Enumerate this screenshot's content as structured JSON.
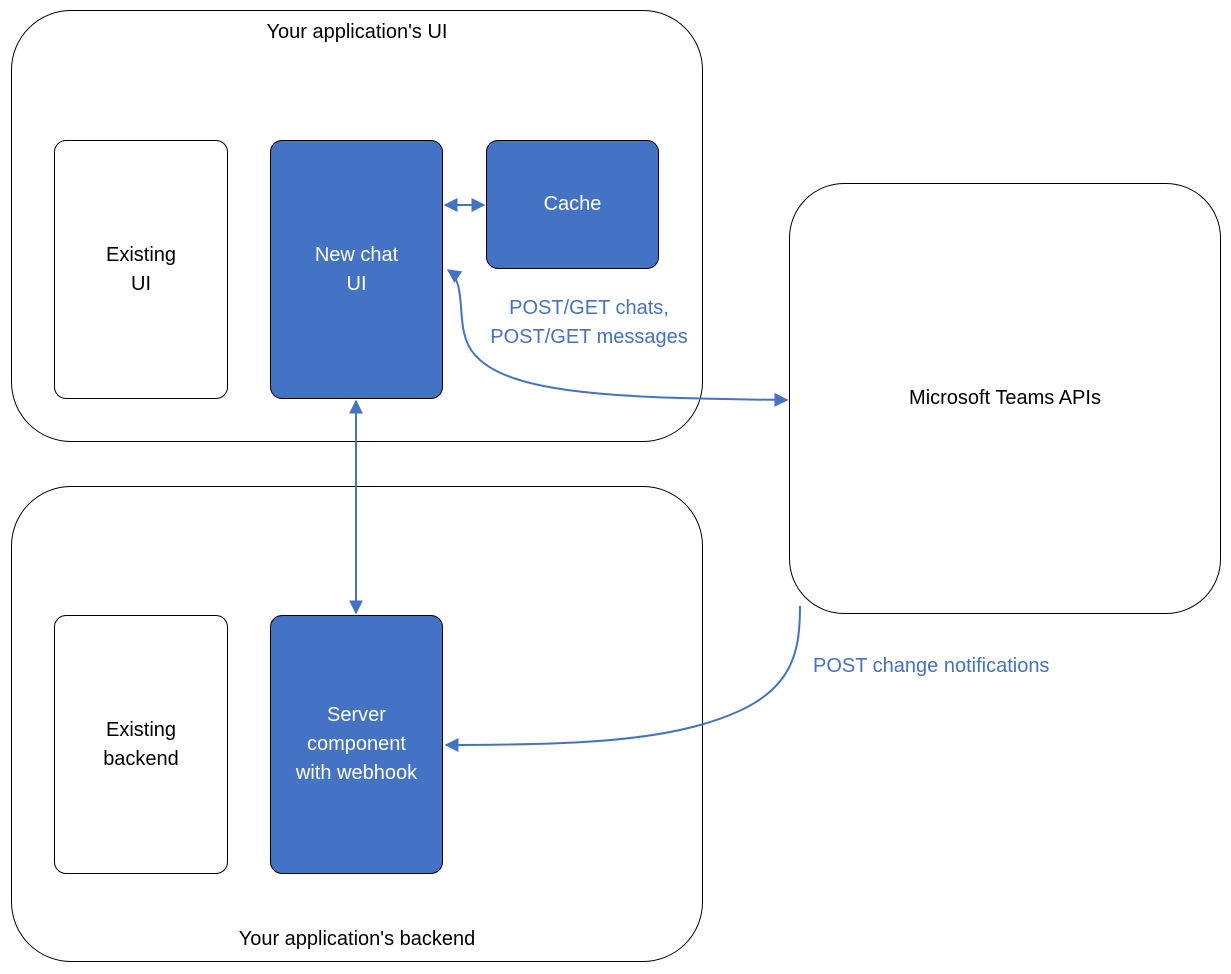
{
  "containers": {
    "ui": {
      "title": "Your application's UI"
    },
    "backend": {
      "title": "Your application's backend"
    }
  },
  "nodes": {
    "existing_ui": "Existing\nUI",
    "new_chat_ui": "New chat\nUI",
    "cache": "Cache",
    "existing_backend": "Existing\nbackend",
    "server_component": "Server\ncomponent\nwith webhook",
    "teams_apis": "Microsoft Teams APIs"
  },
  "edges": {
    "ui_to_teams_label": "POST/GET chats,\nPOST/GET messages",
    "teams_to_server_label": "POST change notifications"
  },
  "colors": {
    "accent": "#4472c4",
    "border": "#000000",
    "background": "#ffffff"
  }
}
